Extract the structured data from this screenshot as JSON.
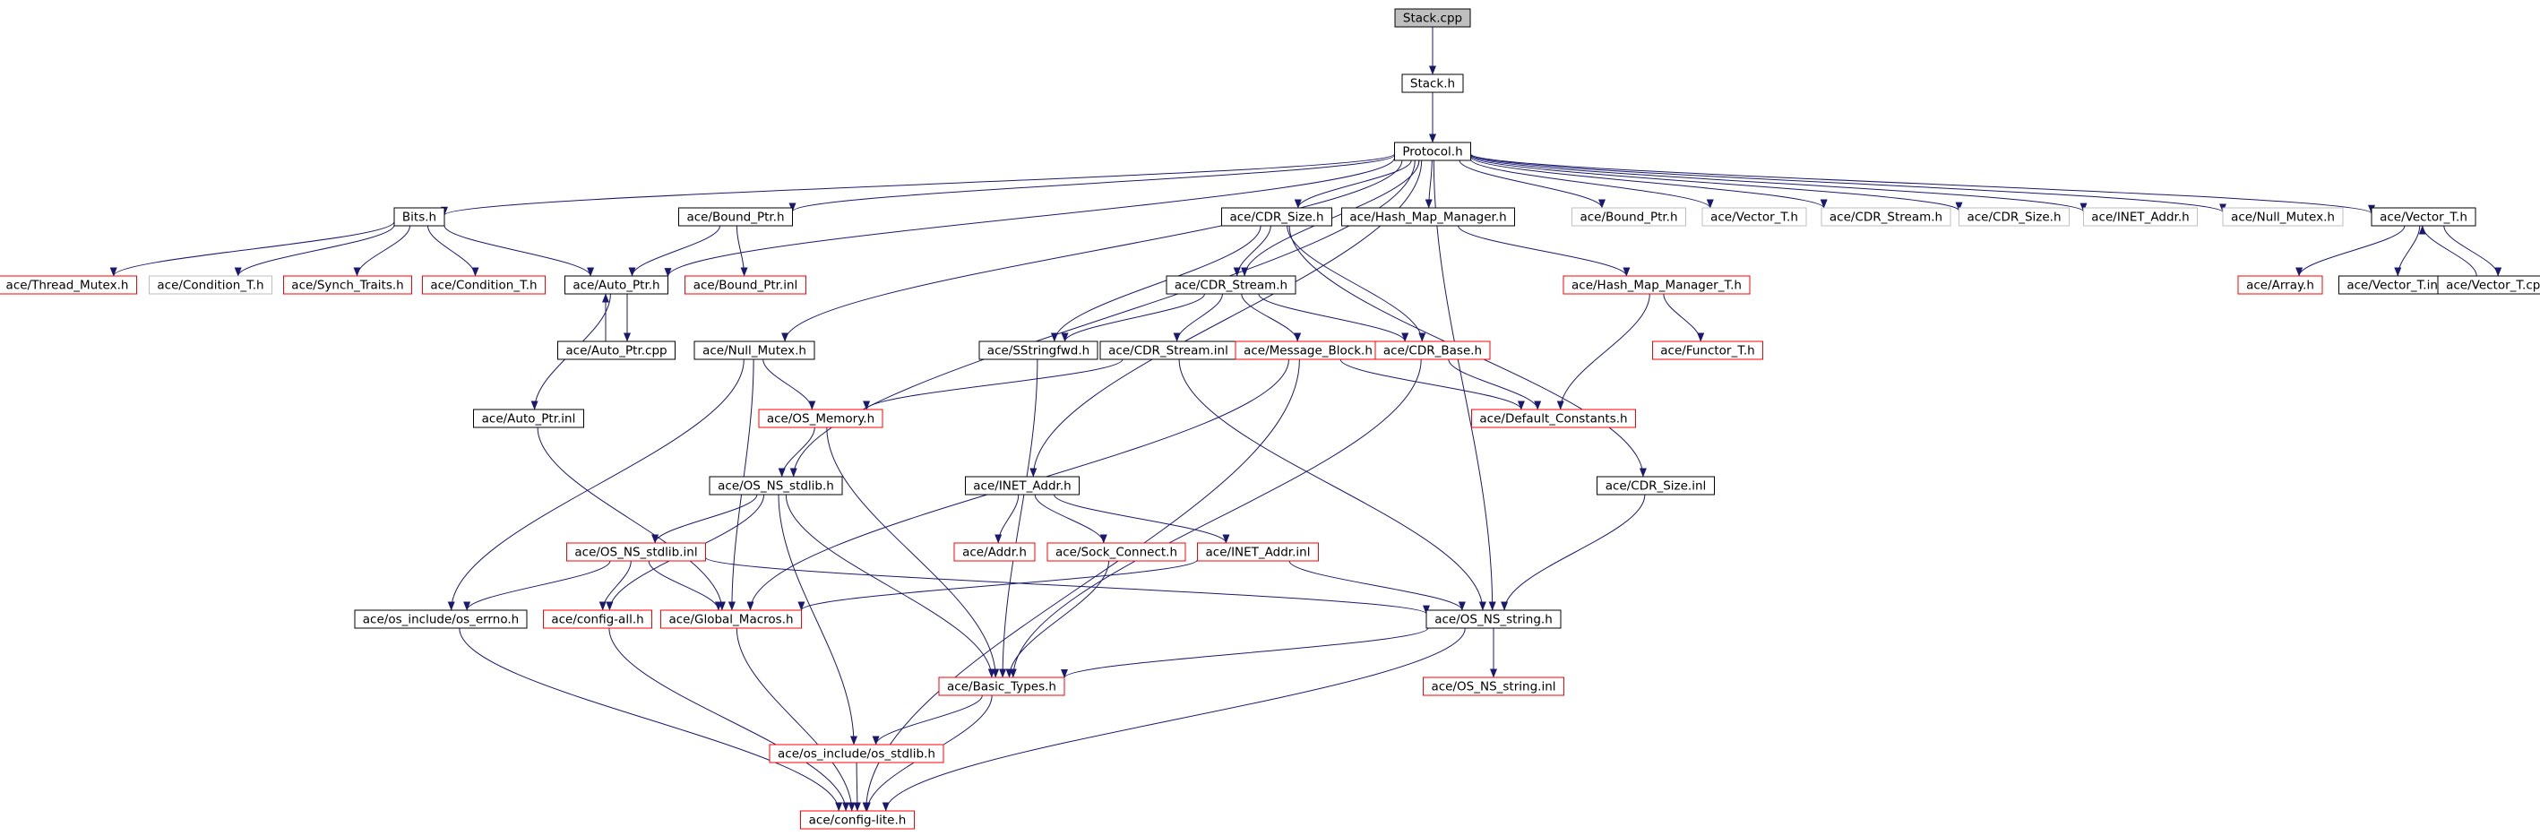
{
  "diagram": {
    "colors": {
      "edge": "#191970",
      "border_normal": "#000000",
      "border_truncated": "#ff0000",
      "border_external": "#bfbfbf",
      "fill_root": "#bfbfbf",
      "fill": "#ffffff"
    },
    "nodes": [
      {
        "id": "stack_cpp",
        "label": "Stack.cpp",
        "style": "root"
      },
      {
        "id": "stack_h",
        "label": "Stack.h",
        "style": "normal"
      },
      {
        "id": "protocol_h",
        "label": "Protocol.h",
        "style": "normal"
      },
      {
        "id": "bits_h",
        "label": "Bits.h",
        "style": "normal"
      },
      {
        "id": "bound_ptr_h",
        "label": "ace/Bound_Ptr.h",
        "style": "normal"
      },
      {
        "id": "cdr_size_h",
        "label": "ace/CDR_Size.h",
        "style": "normal"
      },
      {
        "id": "hash_map_manager_h",
        "label": "ace/Hash_Map_Manager.h",
        "style": "normal"
      },
      {
        "id": "bound_ptr_ext",
        "label": "ace/Bound_Ptr.h",
        "style": "external"
      },
      {
        "id": "vector_t_ext",
        "label": "ace/Vector_T.h",
        "style": "external"
      },
      {
        "id": "cdr_stream_ext",
        "label": "ace/CDR_Stream.h",
        "style": "external"
      },
      {
        "id": "cdr_size_ext",
        "label": "ace/CDR_Size.h",
        "style": "external"
      },
      {
        "id": "inet_addr_ext",
        "label": "ace/INET_Addr.h",
        "style": "external"
      },
      {
        "id": "null_mutex_ext",
        "label": "ace/Null_Mutex.h",
        "style": "external"
      },
      {
        "id": "vector_t_h",
        "label": "ace/Vector_T.h",
        "style": "normal"
      },
      {
        "id": "thread_mutex_h",
        "label": "ace/Thread_Mutex.h",
        "style": "truncated"
      },
      {
        "id": "condition_t_ext",
        "label": "ace/Condition_T.h",
        "style": "external"
      },
      {
        "id": "synch_traits_h",
        "label": "ace/Synch_Traits.h",
        "style": "truncated"
      },
      {
        "id": "condition_t_h",
        "label": "ace/Condition_T.h",
        "style": "truncated"
      },
      {
        "id": "auto_ptr_h",
        "label": "ace/Auto_Ptr.h",
        "style": "normal"
      },
      {
        "id": "bound_ptr_inl",
        "label": "ace/Bound_Ptr.inl",
        "style": "truncated"
      },
      {
        "id": "cdr_stream_h",
        "label": "ace/CDR_Stream.h",
        "style": "normal"
      },
      {
        "id": "hash_map_manager_t_h",
        "label": "ace/Hash_Map_Manager_T.h",
        "style": "truncated"
      },
      {
        "id": "array_h",
        "label": "ace/Array.h",
        "style": "truncated"
      },
      {
        "id": "vector_t_inl",
        "label": "ace/Vector_T.inl",
        "style": "normal"
      },
      {
        "id": "vector_t_cpp",
        "label": "ace/Vector_T.cpp",
        "style": "normal"
      },
      {
        "id": "auto_ptr_cpp",
        "label": "ace/Auto_Ptr.cpp",
        "style": "normal"
      },
      {
        "id": "null_mutex_h",
        "label": "ace/Null_Mutex.h",
        "style": "normal"
      },
      {
        "id": "sstringfwd_h",
        "label": "ace/SStringfwd.h",
        "style": "normal"
      },
      {
        "id": "cdr_stream_inl",
        "label": "ace/CDR_Stream.inl",
        "style": "normal"
      },
      {
        "id": "message_block_h",
        "label": "ace/Message_Block.h",
        "style": "truncated"
      },
      {
        "id": "cdr_base_h",
        "label": "ace/CDR_Base.h",
        "style": "truncated"
      },
      {
        "id": "functor_t_h",
        "label": "ace/Functor_T.h",
        "style": "truncated"
      },
      {
        "id": "auto_ptr_inl",
        "label": "ace/Auto_Ptr.inl",
        "style": "normal"
      },
      {
        "id": "os_memory_h",
        "label": "ace/OS_Memory.h",
        "style": "truncated"
      },
      {
        "id": "default_constants_h",
        "label": "ace/Default_Constants.h",
        "style": "truncated"
      },
      {
        "id": "os_ns_stdlib_h",
        "label": "ace/OS_NS_stdlib.h",
        "style": "normal"
      },
      {
        "id": "inet_addr_h",
        "label": "ace/INET_Addr.h",
        "style": "normal"
      },
      {
        "id": "cdr_size_inl",
        "label": "ace/CDR_Size.inl",
        "style": "normal"
      },
      {
        "id": "addr_h",
        "label": "ace/Addr.h",
        "style": "truncated"
      },
      {
        "id": "sock_connect_h",
        "label": "ace/Sock_Connect.h",
        "style": "truncated"
      },
      {
        "id": "inet_addr_inl",
        "label": "ace/INET_Addr.inl",
        "style": "truncated"
      },
      {
        "id": "os_ns_stdlib_inl",
        "label": "ace/OS_NS_stdlib.inl",
        "style": "truncated"
      },
      {
        "id": "os_errno_h",
        "label": "ace/os_include/os_errno.h",
        "style": "normal"
      },
      {
        "id": "config_all_h",
        "label": "ace/config-all.h",
        "style": "truncated"
      },
      {
        "id": "global_macros_h",
        "label": "ace/Global_Macros.h",
        "style": "truncated"
      },
      {
        "id": "os_ns_string_h",
        "label": "ace/OS_NS_string.h",
        "style": "normal"
      },
      {
        "id": "basic_types_h",
        "label": "ace/Basic_Types.h",
        "style": "truncated"
      },
      {
        "id": "os_ns_string_inl",
        "label": "ace/OS_NS_string.inl",
        "style": "truncated"
      },
      {
        "id": "os_stdlib_h",
        "label": "ace/os_include/os_stdlib.h",
        "style": "truncated"
      },
      {
        "id": "config_lite_h",
        "label": "ace/config-lite.h",
        "style": "truncated"
      }
    ],
    "edges": [
      [
        "stack_cpp",
        "stack_h"
      ],
      [
        "stack_h",
        "protocol_h"
      ],
      [
        "protocol_h",
        "bits_h"
      ],
      [
        "protocol_h",
        "bound_ptr_h"
      ],
      [
        "protocol_h",
        "auto_ptr_h"
      ],
      [
        "protocol_h",
        "null_mutex_h"
      ],
      [
        "protocol_h",
        "os_ns_stdlib_h"
      ],
      [
        "protocol_h",
        "inet_addr_h"
      ],
      [
        "protocol_h",
        "cdr_stream_h"
      ],
      [
        "protocol_h",
        "cdr_size_h"
      ],
      [
        "protocol_h",
        "hash_map_manager_h"
      ],
      [
        "protocol_h",
        "bound_ptr_ext"
      ],
      [
        "protocol_h",
        "vector_t_ext"
      ],
      [
        "protocol_h",
        "cdr_stream_ext"
      ],
      [
        "protocol_h",
        "cdr_size_ext"
      ],
      [
        "protocol_h",
        "inet_addr_ext"
      ],
      [
        "protocol_h",
        "null_mutex_ext"
      ],
      [
        "protocol_h",
        "vector_t_h"
      ],
      [
        "protocol_h",
        "os_ns_string_h"
      ],
      [
        "bits_h",
        "thread_mutex_h"
      ],
      [
        "bits_h",
        "condition_t_ext"
      ],
      [
        "bits_h",
        "synch_traits_h"
      ],
      [
        "bits_h",
        "condition_t_h"
      ],
      [
        "bits_h",
        "auto_ptr_h"
      ],
      [
        "bound_ptr_h",
        "auto_ptr_h"
      ],
      [
        "bound_ptr_h",
        "bound_ptr_inl"
      ],
      [
        "auto_ptr_h",
        "auto_ptr_cpp"
      ],
      [
        "auto_ptr_cpp",
        "auto_ptr_h"
      ],
      [
        "auto_ptr_h",
        "auto_ptr_inl"
      ],
      [
        "cdr_size_h",
        "cdr_stream_h"
      ],
      [
        "cdr_size_h",
        "sstringfwd_h"
      ],
      [
        "cdr_size_h",
        "cdr_base_h"
      ],
      [
        "cdr_size_h",
        "cdr_size_inl"
      ],
      [
        "cdr_stream_h",
        "sstringfwd_h"
      ],
      [
        "cdr_stream_h",
        "cdr_stream_inl"
      ],
      [
        "cdr_stream_h",
        "message_block_h"
      ],
      [
        "cdr_stream_h",
        "cdr_base_h"
      ],
      [
        "hash_map_manager_h",
        "hash_map_manager_t_h"
      ],
      [
        "hash_map_manager_t_h",
        "functor_t_h"
      ],
      [
        "hash_map_manager_t_h",
        "default_constants_h"
      ],
      [
        "vector_t_h",
        "array_h"
      ],
      [
        "vector_t_h",
        "vector_t_inl"
      ],
      [
        "vector_t_h",
        "vector_t_cpp"
      ],
      [
        "vector_t_cpp",
        "vector_t_h"
      ],
      [
        "null_mutex_h",
        "os_memory_h"
      ],
      [
        "null_mutex_h",
        "global_macros_h"
      ],
      [
        "null_mutex_h",
        "os_errno_h"
      ],
      [
        "auto_ptr_inl",
        "global_macros_h"
      ],
      [
        "sstringfwd_h",
        "basic_types_h"
      ],
      [
        "cdr_stream_inl",
        "os_memory_h"
      ],
      [
        "cdr_stream_inl",
        "os_ns_string_h"
      ],
      [
        "message_block_h",
        "default_constants_h"
      ],
      [
        "message_block_h",
        "global_macros_h"
      ],
      [
        "message_block_h",
        "config_lite_h"
      ],
      [
        "cdr_base_h",
        "default_constants_h"
      ],
      [
        "cdr_base_h",
        "basic_types_h"
      ],
      [
        "os_memory_h",
        "os_ns_stdlib_h"
      ],
      [
        "os_memory_h",
        "basic_types_h"
      ],
      [
        "os_ns_stdlib_h",
        "os_ns_stdlib_inl"
      ],
      [
        "os_ns_stdlib_h",
        "config_all_h"
      ],
      [
        "os_ns_stdlib_h",
        "basic_types_h"
      ],
      [
        "os_ns_stdlib_h",
        "os_stdlib_h"
      ],
      [
        "inet_addr_h",
        "addr_h"
      ],
      [
        "inet_addr_h",
        "sock_connect_h"
      ],
      [
        "inet_addr_h",
        "inet_addr_inl"
      ],
      [
        "cdr_size_inl",
        "os_ns_string_h"
      ],
      [
        "sock_connect_h",
        "basic_types_h"
      ],
      [
        "inet_addr_inl",
        "global_macros_h"
      ],
      [
        "inet_addr_inl",
        "os_ns_string_h"
      ],
      [
        "os_ns_stdlib_inl",
        "os_errno_h"
      ],
      [
        "os_ns_stdlib_inl",
        "config_all_h"
      ],
      [
        "os_ns_stdlib_inl",
        "global_macros_h"
      ],
      [
        "os_ns_stdlib_inl",
        "os_ns_string_h"
      ],
      [
        "os_errno_h",
        "config_lite_h"
      ],
      [
        "config_all_h",
        "config_lite_h"
      ],
      [
        "global_macros_h",
        "config_lite_h"
      ],
      [
        "os_ns_string_h",
        "basic_types_h"
      ],
      [
        "os_ns_string_h",
        "os_ns_string_inl"
      ],
      [
        "os_ns_string_h",
        "config_lite_h"
      ],
      [
        "basic_types_h",
        "os_stdlib_h"
      ],
      [
        "basic_types_h",
        "config_lite_h"
      ],
      [
        "os_stdlib_h",
        "config_lite_h"
      ]
    ]
  }
}
